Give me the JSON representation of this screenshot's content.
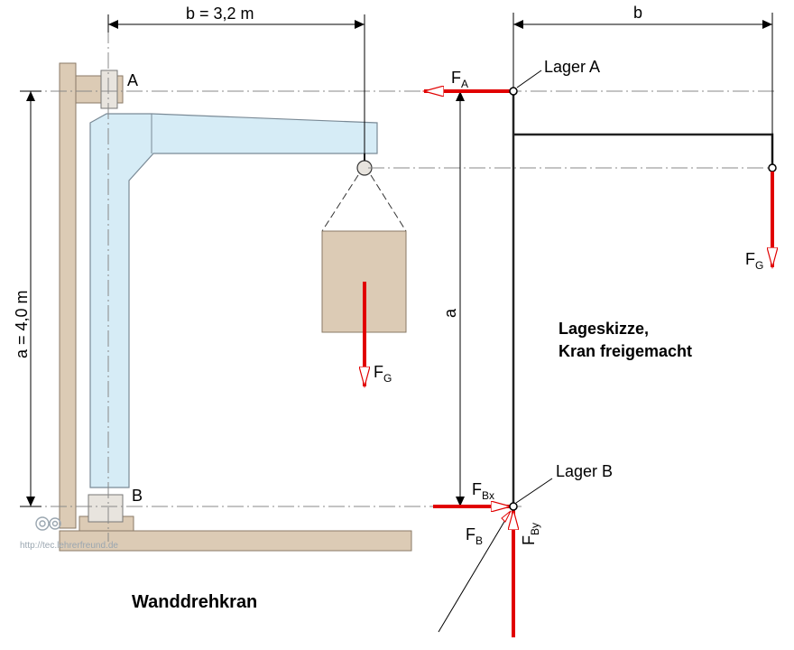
{
  "left_figure": {
    "dim_b": "b = 3,2 m",
    "dim_a": "a = 4,0 m",
    "label_A": "A",
    "label_B": "B",
    "force_G_main": "F",
    "force_G_sub": "G",
    "caption": "Wanddrehkran",
    "watermark": "http://tec.lehrerfreund.de"
  },
  "right_figure": {
    "dim_b": "b",
    "dim_a": "a",
    "lager_A": "Lager A",
    "lager_B": "Lager B",
    "force_A_main": "F",
    "force_A_sub": "A",
    "force_G_main": "F",
    "force_G_sub": "G",
    "force_Bx_main": "F",
    "force_Bx_sub": "Bx",
    "force_By_main": "F",
    "force_By_sub": "By",
    "force_B_main": "F",
    "force_B_sub": "B",
    "title_line1": "Lageskizze,",
    "title_line2": "Kran freigemacht"
  },
  "colors": {
    "wall": "#dccbb5",
    "crane": "#d6ecf6",
    "load": "#dccbb5",
    "force": "#e10000"
  }
}
